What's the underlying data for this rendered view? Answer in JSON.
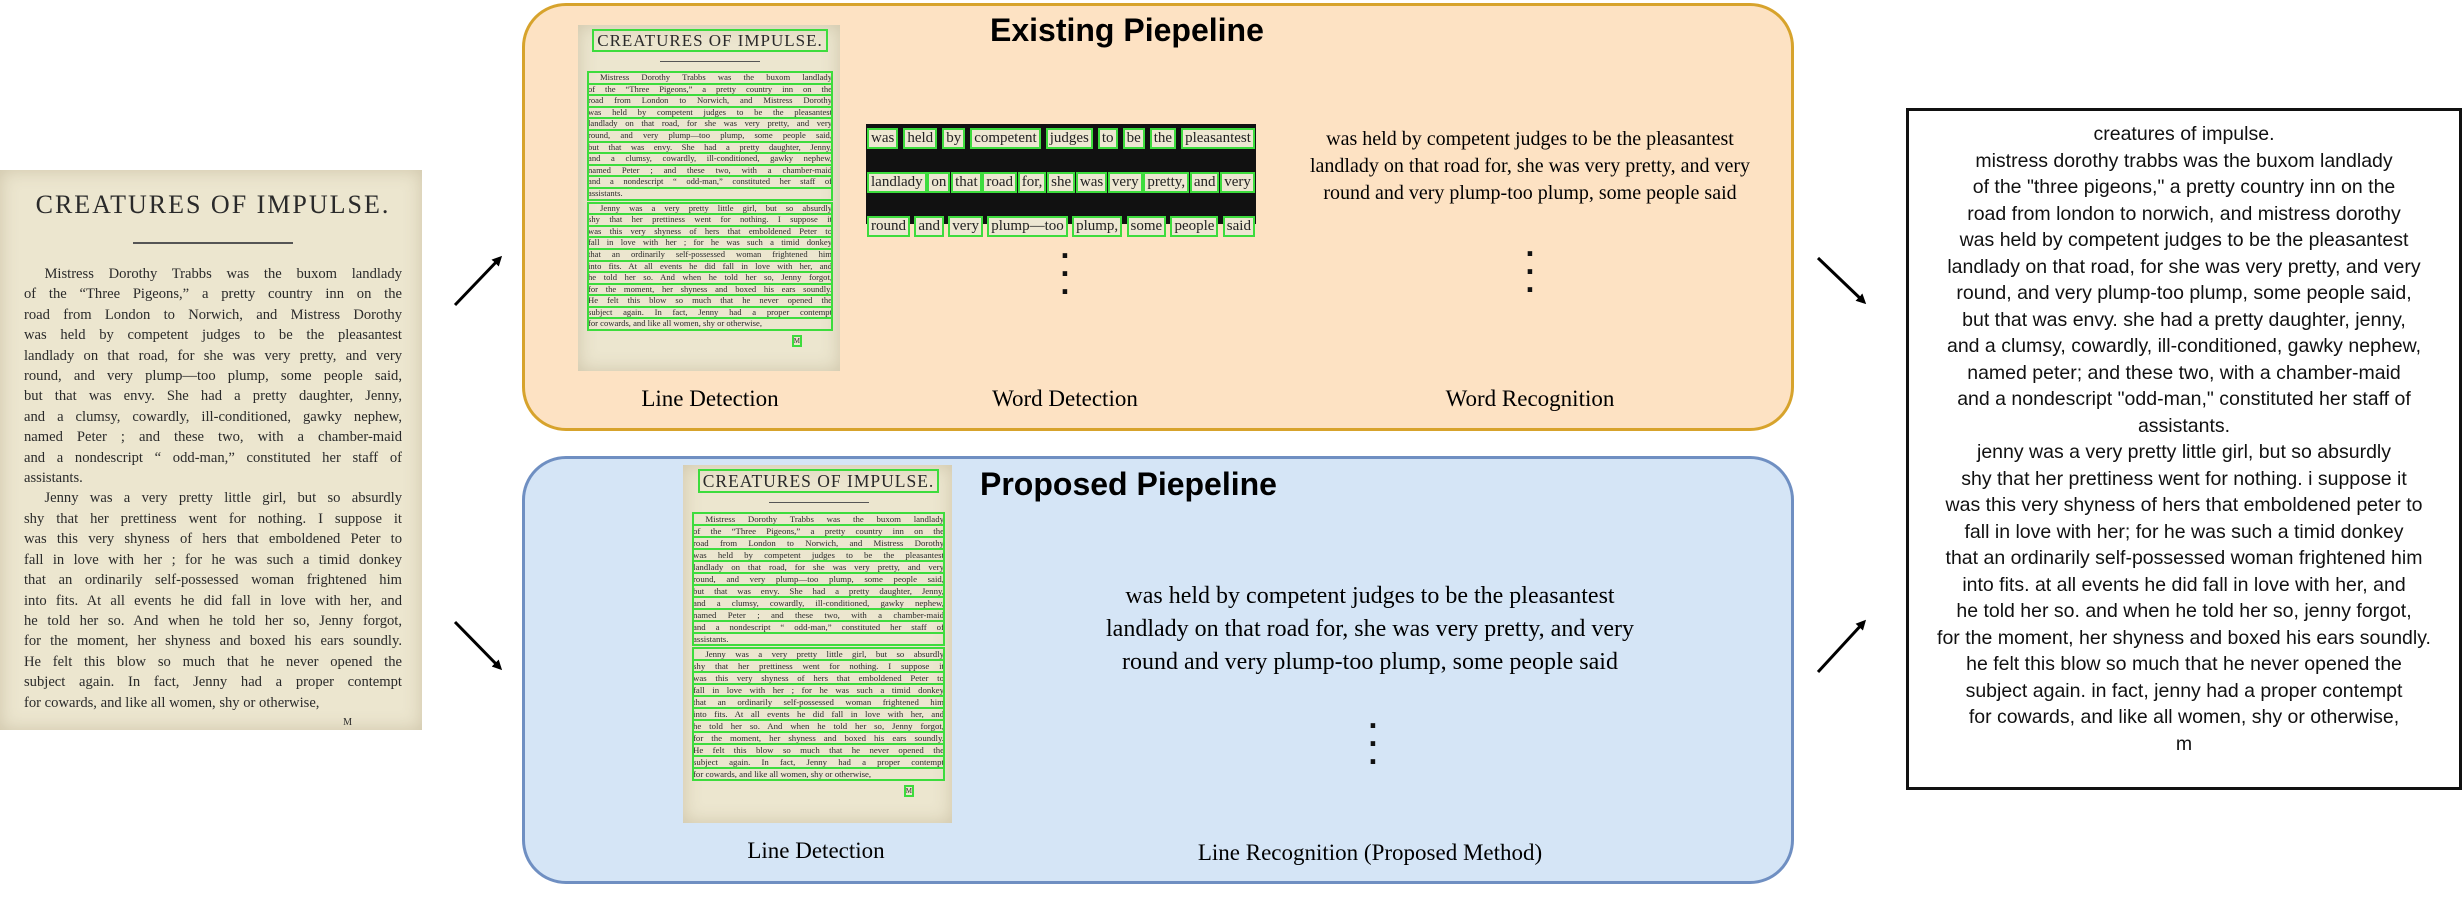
{
  "source_document": {
    "title": "CREATURES OF IMPULSE.",
    "lines": [
      "Mistress Dorothy Trabbs was the buxom landlady",
      "of the “Three Pigeons,” a pretty country inn on the",
      "road from London to Norwich, and Mistress Dorothy",
      "was held by competent judges to be the pleasantest",
      "landlady on that road, for she was very pretty, and very",
      "round, and very plump—too plump, some people said,",
      "but that was envy.  She had a pretty daughter, Jenny,",
      "and a clumsy, cowardly, ill-conditioned, gawky nephew,",
      "named Peter ; and these two, with a chamber-maid",
      "and a nondescript “ odd-man,” constituted her staff of",
      "assistants.",
      "Jenny was a very pretty little girl, but so absurdly",
      "shy that her prettiness went for nothing.  I suppose it",
      "was this very shyness of hers that emboldened Peter to",
      "fall in love with her ; for he was such a timid donkey",
      "that an ordinarily self-possessed woman frightened him",
      "into fits.  At all events he did fall in love with her, and",
      "he told her so.  And when he told her so, Jenny forgot,",
      "for the moment, her shyness and boxed his ears soundly.",
      "He felt this blow so much that he never opened the",
      "subject again.  In fact, Jenny had a proper contempt",
      "for cowards, and like all women, shy or otherwise,"
    ],
    "page_mark": "M"
  },
  "existing_pipeline": {
    "title": "Existing Piepeline",
    "stages": [
      "Line Detection",
      "Word Detection",
      "Word Recognition"
    ],
    "word_rows": [
      [
        "was",
        "held",
        "by",
        "competent",
        "judges",
        "to",
        "be",
        "the",
        "pleasantest"
      ],
      [
        "landlady",
        "on",
        "that",
        "road",
        "for,",
        "she",
        "was",
        "very",
        "pretty,",
        "and",
        "very"
      ],
      [
        "round",
        "and",
        "very",
        "plump—too",
        "plump,",
        "some",
        "people",
        "said"
      ]
    ],
    "recognized_lines": [
      "was held by competent judges to be the pleasantest",
      "landlady on that road for, she was very pretty, and very",
      "round and very plump-too plump, some people said"
    ]
  },
  "proposed_pipeline": {
    "title": "Proposed Piepeline",
    "stages": [
      "Line Detection",
      "Line Recognition (Proposed Method)"
    ],
    "recognized_lines": [
      "was held by competent judges to be the pleasantest",
      "landlady on that road for, she was very pretty, and very",
      "round and very plump-too plump, some people said"
    ]
  },
  "output_text": {
    "lines": [
      "creatures of impulse.",
      "mistress dorothy trabbs was the buxom landlady",
      "of the \"three pigeons,\" a pretty country inn on the",
      "road from london to norwich, and mistress dorothy",
      "was held by competent judges to be the pleasantest",
      "landlady on that road, for she was very pretty, and very",
      "round, and very plump-too plump, some people said,",
      "but that was envy. she had a pretty daughter, jenny,",
      "and a clumsy, cowardly, ill-conditioned, gawky nephew,",
      "named peter; and these two, with a chamber-maid",
      "and a nondescript \"odd-man,\" constituted her staff of",
      "assistants.",
      "jenny was a very pretty little girl, but so absurdly",
      "shy that her prettiness went for nothing. i suppose it",
      "was this very shyness of hers that emboldened peter to",
      "fall in love with her; for he was such a timid donkey",
      "that an ordinarily self-possessed woman frightened him",
      "into fits. at all events he did fall in love with her, and",
      "he told her so. and when he told her so, jenny forgot,",
      "for the moment, her shyness and boxed his ears soundly.",
      "he felt this blow so much that he never opened the",
      "subject again. in fact, jenny had a proper contempt",
      "for cowards, and like all women, shy or otherwise,",
      "m"
    ]
  },
  "colors": {
    "existing_fill": "#fde2c3",
    "existing_border": "#d7a32c",
    "proposed_fill": "#d5e5f6",
    "proposed_border": "#6f8fc2",
    "detection_box": "#3ddc3d"
  }
}
